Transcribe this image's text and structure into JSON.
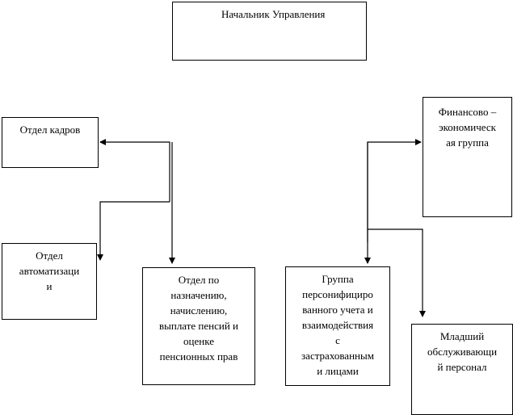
{
  "diagram": {
    "title_box": {
      "label": "Начальник  Управления"
    },
    "nodes": [
      {
        "id": "hr",
        "lines": [
          "Отдел кадров"
        ]
      },
      {
        "id": "automation",
        "lines": [
          "Отдел",
          "автоматизаци",
          "и"
        ]
      },
      {
        "id": "pensions",
        "lines": [
          "Отдел по",
          "назначению,",
          "начислению,",
          "выплате пенсий и",
          "оценке",
          "пенсионных прав"
        ]
      },
      {
        "id": "personified",
        "lines": [
          "Группа",
          "персонифициро",
          "ванного учета и",
          "взаимодействия",
          "с",
          "застрахованным",
          "и лицами"
        ]
      },
      {
        "id": "finance",
        "lines": [
          "Финансово –",
          "экономическ",
          "ая группа"
        ]
      },
      {
        "id": "junior",
        "lines": [
          "Младший",
          "обслуживающи",
          "й персонал"
        ]
      }
    ],
    "edges": [
      {
        "from": "left-trunk",
        "to": "hr"
      },
      {
        "from": "left-trunk",
        "to": "automation"
      },
      {
        "from": "left-trunk",
        "to": "pensions"
      },
      {
        "from": "right-trunk",
        "to": "finance"
      },
      {
        "from": "right-trunk",
        "to": "personified"
      },
      {
        "from": "right-trunk",
        "to": "junior"
      }
    ]
  }
}
